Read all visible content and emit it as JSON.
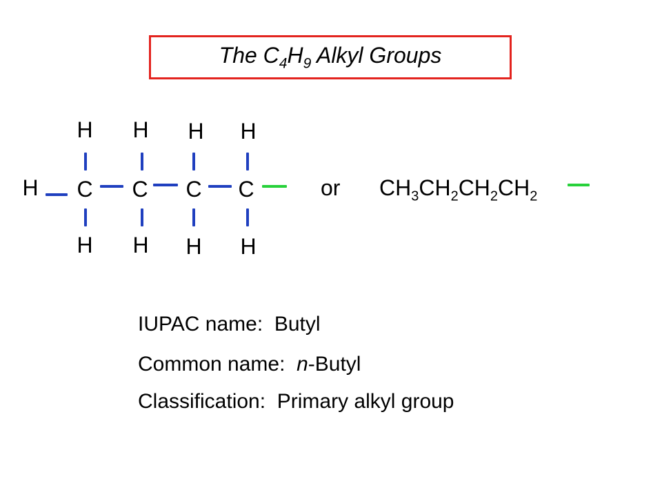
{
  "title": {
    "prefix": "The C",
    "sub1": "4",
    "mid": "H",
    "sub2": "9",
    "suffix": " Alkyl Groups"
  },
  "structure": {
    "carbon": "C",
    "hydrogen": "H",
    "bond_color": "#1f3fbf",
    "attachment_bond_color": "#27d13a"
  },
  "or_label": "or",
  "condensed": [
    {
      "t": "CH",
      "s": "3"
    },
    {
      "t": "CH",
      "s": "2"
    },
    {
      "t": "CH",
      "s": "2"
    },
    {
      "t": "CH",
      "s": "2"
    }
  ],
  "info": {
    "iupac_label": "IUPAC name:",
    "iupac_value": "Butyl",
    "common_label": "Common name:",
    "common_prefix": "n",
    "common_value": "-Butyl",
    "class_label": "Classification:",
    "class_value": "Primary alkyl group"
  },
  "colors": {
    "title_border": "#e3231e"
  }
}
